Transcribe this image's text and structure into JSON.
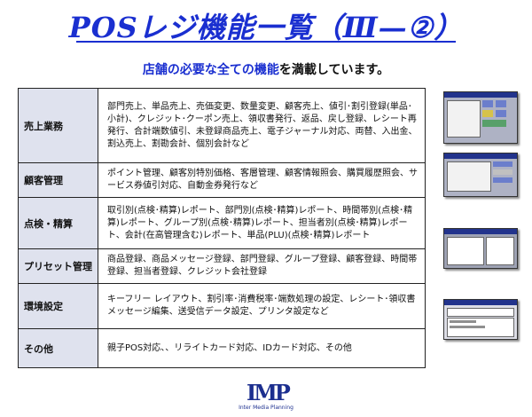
{
  "page": {
    "title": "POSレジ機能一覧（Ⅲ—②）",
    "subtitle_lead": "店舗の必要な全ての機能",
    "subtitle_tail": "を満載しています。"
  },
  "features": [
    {
      "category": "売上業務",
      "description": "部門売上、単品売上、売価変更、数量変更、顧客売上、値引･割引登録(単品･小計)、クレジット･クーポン売上、領収書発行、返品、戻し登録、レシート再発行、合計端数値引、未登録商品売上、電子ジャーナル対応、両替、入出金、割込売上、割勘会計、個別会計など"
    },
    {
      "category": "顧客管理",
      "description": "ポイント管理、顧客別特別価格、客層管理、顧客情報照会、購買履歴照会、サービス券値引対応、自動金券発行など"
    },
    {
      "category": "点検・精算",
      "description": "取引別(点検･精算)レポート、部門別(点検･精算)レポート、時間帯別(点検･精算)レポート、グループ別(点検･精算)レポート、担当者別(点検･精算)レポート、会計(在高管理含む)レポート、単品(PLU)(点検･精算)レポート"
    },
    {
      "category": "プリセット管理",
      "description": "商品登録、商品メッセージ登録、部門登録、グループ登録、顧客登録、時間帯登録、担当者登録、クレジット会社登録"
    },
    {
      "category": "環境設定",
      "description": "キーフリー レイアウト、割引率･消費税率･端数処理の設定、レシート･領収書メッセージ編集、送受信データ設定、プリンタ設定など"
    },
    {
      "category": "その他",
      "description": "親子POS対応、、リライトカード対応、IDカード対応、その他"
    }
  ],
  "logo": {
    "mark": "IMP",
    "caption": "Inter Media Planning"
  }
}
